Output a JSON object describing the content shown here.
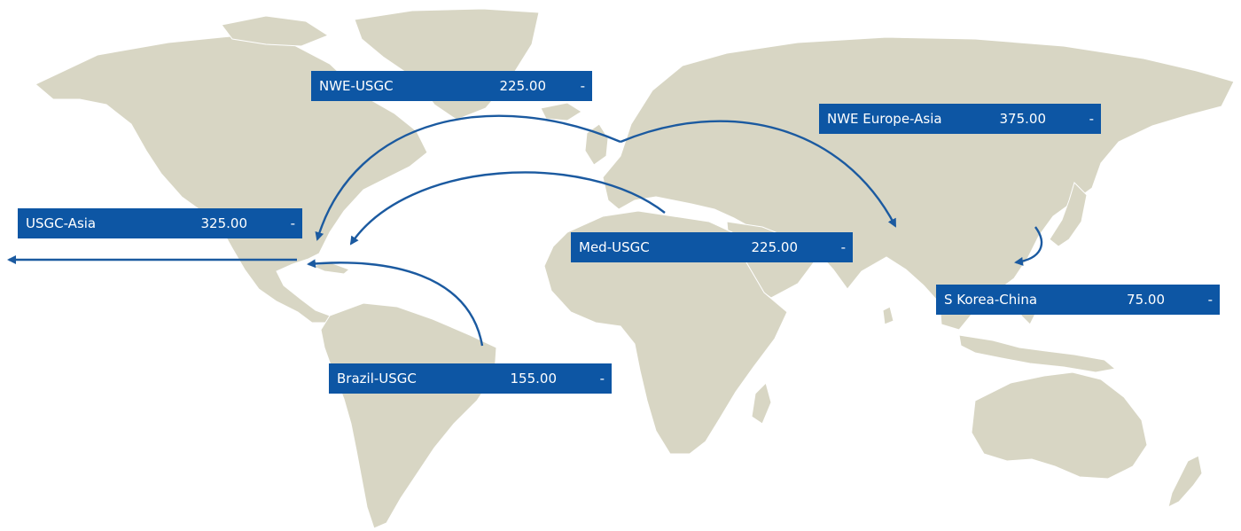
{
  "colors": {
    "land": "#d8d6c4",
    "borders": "#ffffff",
    "route_arrows": "#1b5aa0",
    "label_background": "#0d56a4",
    "label_text": "#ffffff"
  },
  "routes": [
    {
      "id": "nwe-usgc",
      "name": "NWE-USGC",
      "value": "225.00",
      "change": "-"
    },
    {
      "id": "nwe-europe-asia",
      "name": "NWE Europe-Asia",
      "value": "375.00",
      "change": "-"
    },
    {
      "id": "usgc-asia",
      "name": "USGC-Asia",
      "value": "325.00",
      "change": "-"
    },
    {
      "id": "med-usgc",
      "name": "Med-USGC",
      "value": "225.00",
      "change": "-"
    },
    {
      "id": "s-korea-china",
      "name": "S Korea-China",
      "value": "75.00",
      "change": "-"
    },
    {
      "id": "brazil-usgc",
      "name": "Brazil-USGC",
      "value": "155.00",
      "change": "-"
    }
  ]
}
